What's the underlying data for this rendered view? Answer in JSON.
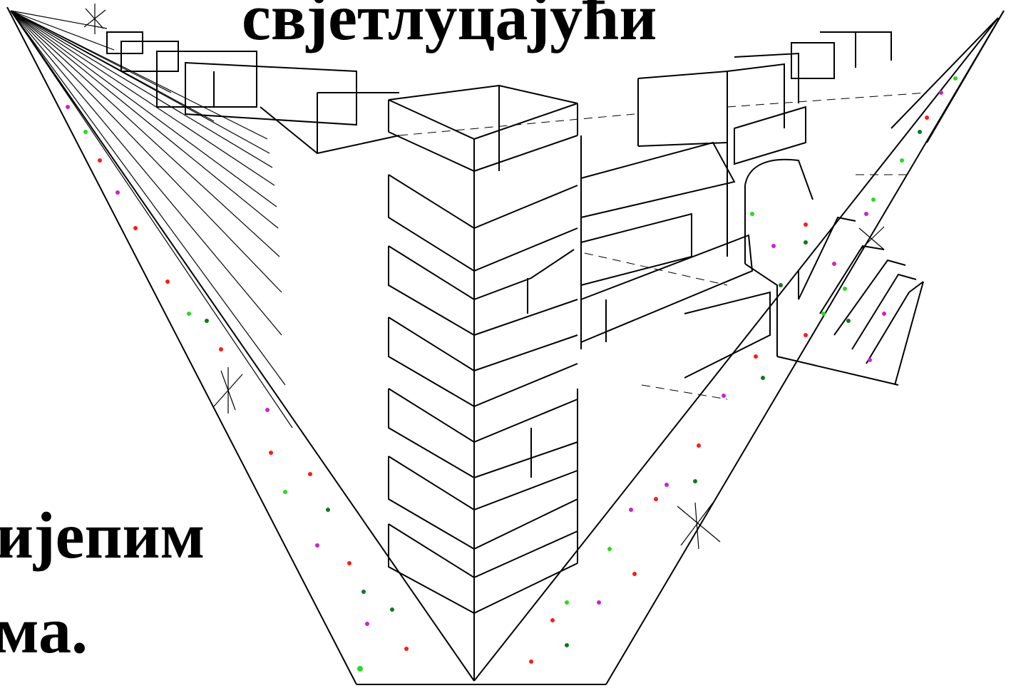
{
  "captions": {
    "top": "свјетлуцајући",
    "middle": "ијепим",
    "bottom": "ма."
  },
  "colors": {
    "background": "#ffffff",
    "line": "#000000",
    "dot_red": "#ff1a1a",
    "dot_green": "#22dd22",
    "dot_dark_green": "#0a7a1a",
    "dot_magenta": "#cc22cc"
  }
}
